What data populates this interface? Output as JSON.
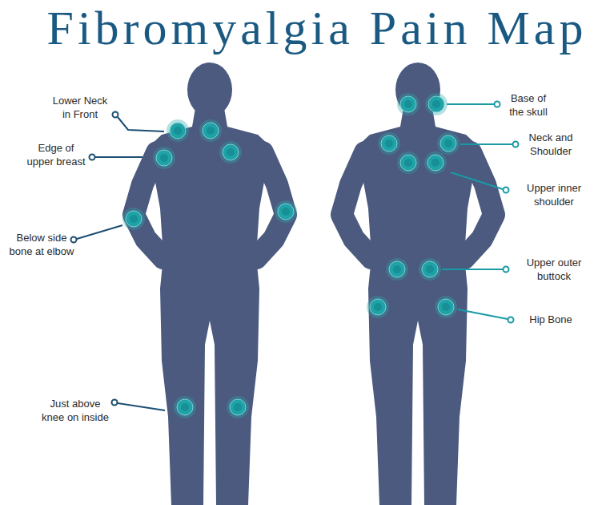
{
  "diagram": {
    "title": "Fibromyalgia Pain Map",
    "labels": [
      "Lower Neck in Front",
      "Edge of upper breast",
      "Below side bone at elbow",
      "Just above knee on inside",
      "Base of the skull",
      "Neck and Shoulder",
      "Upper inner shoulder",
      "Upper outer buttock",
      "Hip Bone"
    ]
  }
}
